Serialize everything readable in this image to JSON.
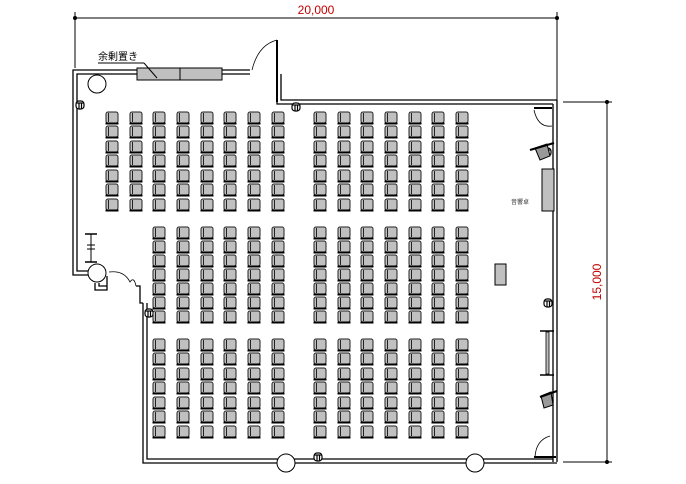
{
  "dimensions": {
    "width_label": "20,000",
    "height_label": "15,000"
  },
  "labels": {
    "storage": "余剰置き",
    "sound_desk": "音響卓"
  },
  "colors": {
    "dimension": "#c00000",
    "furniture_fill": "#c0c0c0",
    "line": "#000000"
  }
}
